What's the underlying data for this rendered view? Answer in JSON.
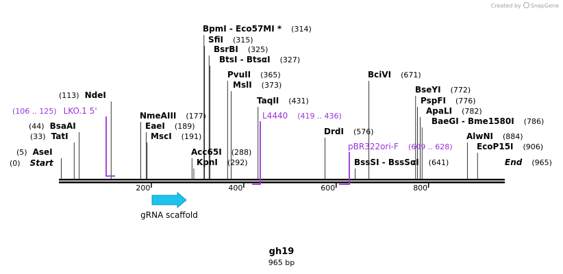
{
  "brand": {
    "prefix": "Created by",
    "name": "SnapGene"
  },
  "sequence": {
    "name": "gh19",
    "length_label": "965 bp",
    "length_bp": 965
  },
  "colors": {
    "enzyme": "#000000",
    "primer": "#9b30d9",
    "feature": "#1cc3ec",
    "backbone": "#000000"
  },
  "ticks": [
    {
      "pos": 200,
      "label": "200"
    },
    {
      "pos": 400,
      "label": "400"
    },
    {
      "pos": 600,
      "label": "600"
    },
    {
      "pos": 800,
      "label": "800"
    }
  ],
  "sites": [
    {
      "pos": 0,
      "name": "Start",
      "coord": "(0)",
      "italic": true
    },
    {
      "pos": 5,
      "name": "AseI",
      "coord": "(5)"
    },
    {
      "pos": 33,
      "name": "TatI",
      "coord": "(33)"
    },
    {
      "pos": 44,
      "name": "BsaAI",
      "coord": "(44)"
    },
    {
      "pos": 113,
      "name": "NdeI",
      "coord": "(113)"
    },
    {
      "pos": 177,
      "name": "NmeAIII",
      "coord": "(177)"
    },
    {
      "pos": 189,
      "name": "EaeI",
      "coord": "(189)"
    },
    {
      "pos": 191,
      "name": "MscI",
      "coord": "(191)"
    },
    {
      "pos": 288,
      "name": "Acc65I",
      "coord": "(288)"
    },
    {
      "pos": 292,
      "name": "KpnI",
      "coord": "(292)"
    },
    {
      "pos": 314,
      "name": "BpmI  -  Eco57MI *",
      "coord": "(314)"
    },
    {
      "pos": 315,
      "name": "SfiI",
      "coord": "(315)"
    },
    {
      "pos": 325,
      "name": "BsrBI",
      "coord": "(325)"
    },
    {
      "pos": 327,
      "name": "BtsI  -  BtsαI",
      "coord": "(327)"
    },
    {
      "pos": 365,
      "name": "PvuII",
      "coord": "(365)"
    },
    {
      "pos": 373,
      "name": "MslI",
      "coord": "(373)"
    },
    {
      "pos": 431,
      "name": "TaqII",
      "coord": "(431)"
    },
    {
      "pos": 576,
      "name": "DrdI",
      "coord": "(576)"
    },
    {
      "pos": 641,
      "name": "BssSI  -  BssSαI",
      "coord": "(641)"
    },
    {
      "pos": 671,
      "name": "BciVI",
      "coord": "(671)"
    },
    {
      "pos": 772,
      "name": "BseYI",
      "coord": "(772)"
    },
    {
      "pos": 776,
      "name": "PspFI",
      "coord": "(776)"
    },
    {
      "pos": 782,
      "name": "ApaLI",
      "coord": "(782)"
    },
    {
      "pos": 786,
      "name": "BaeGI  -  Bme1580I",
      "coord": "(786)"
    },
    {
      "pos": 884,
      "name": "AlwNI",
      "coord": "(884)"
    },
    {
      "pos": 906,
      "name": "EcoP15I",
      "coord": "(906)"
    },
    {
      "pos": 965,
      "name": "End",
      "coord": "(965)",
      "italic": true
    }
  ],
  "primers": [
    {
      "name": "LKO.1 5'",
      "range": "(106 .. 125)",
      "start": 106,
      "end": 125
    },
    {
      "name": "L4440",
      "range": "(419 .. 436)",
      "start": 419,
      "end": 436
    },
    {
      "name": "pBR322ori-F",
      "range": "(609 .. 628)",
      "start": 609,
      "end": 628
    }
  ],
  "features": [
    {
      "name": "gRNA scaffold",
      "start": 200,
      "end": 275,
      "direction": "forward"
    }
  ]
}
